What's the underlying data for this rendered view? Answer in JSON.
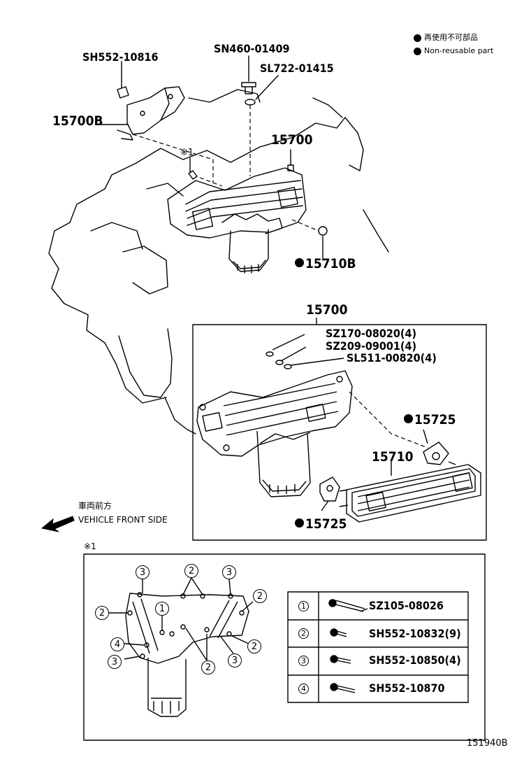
{
  "legend": {
    "non_reusable_jp": "再使用不可部品",
    "non_reusable_en": "Non-reusable part"
  },
  "top_labels": {
    "bolt_sh552_10816": "SH552-10816",
    "plug_sn460_01409": "SN460-01409",
    "gasket_sl722_01415": "SL722-01415",
    "bracket_15700b": "15700B",
    "note_mark": "※1",
    "cooler_15700": "15700",
    "gasket_15710b": "15710B"
  },
  "detail": {
    "title": "15700",
    "bolt_sz170": "SZ170-08020(4)",
    "washer_sz209": "SZ209-09001(4)",
    "gasket_sl511": "SL511-00820(4)",
    "gasket_15725_right": "15725",
    "element_15710": "15710",
    "gasket_15725_bottom": "15725"
  },
  "direction": {
    "jp": "車両前方",
    "en": "VEHICLE FRONT SIDE",
    "icon": "arrow-left-icon"
  },
  "note_box": {
    "mark": "※1",
    "callouts": [
      "3",
      "2",
      "3",
      "2",
      "2",
      "1",
      "4",
      "3",
      "2",
      "2",
      "3"
    ],
    "table": [
      {
        "key": "1",
        "part": "SZ105-08026"
      },
      {
        "key": "2",
        "part": "SH552-10832(9)"
      },
      {
        "key": "3",
        "part": "SH552-10850(4)"
      },
      {
        "key": "4",
        "part": "SH552-10870"
      }
    ]
  },
  "figure_id": "151940B"
}
